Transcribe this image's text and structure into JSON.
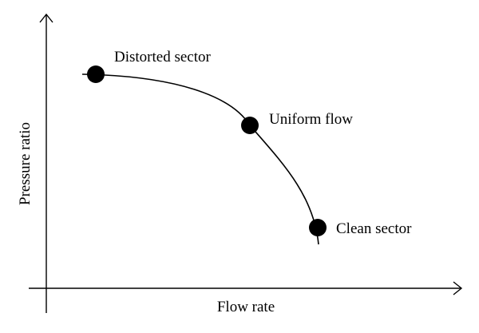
{
  "axes": {
    "x_label": "Flow rate",
    "y_label": "Pressure ratio"
  },
  "points": [
    {
      "label": "Distorted sector"
    },
    {
      "label": "Uniform flow"
    },
    {
      "label": "Clean sector"
    }
  ],
  "colors": {
    "ink": "#000000",
    "background": "#ffffff"
  }
}
